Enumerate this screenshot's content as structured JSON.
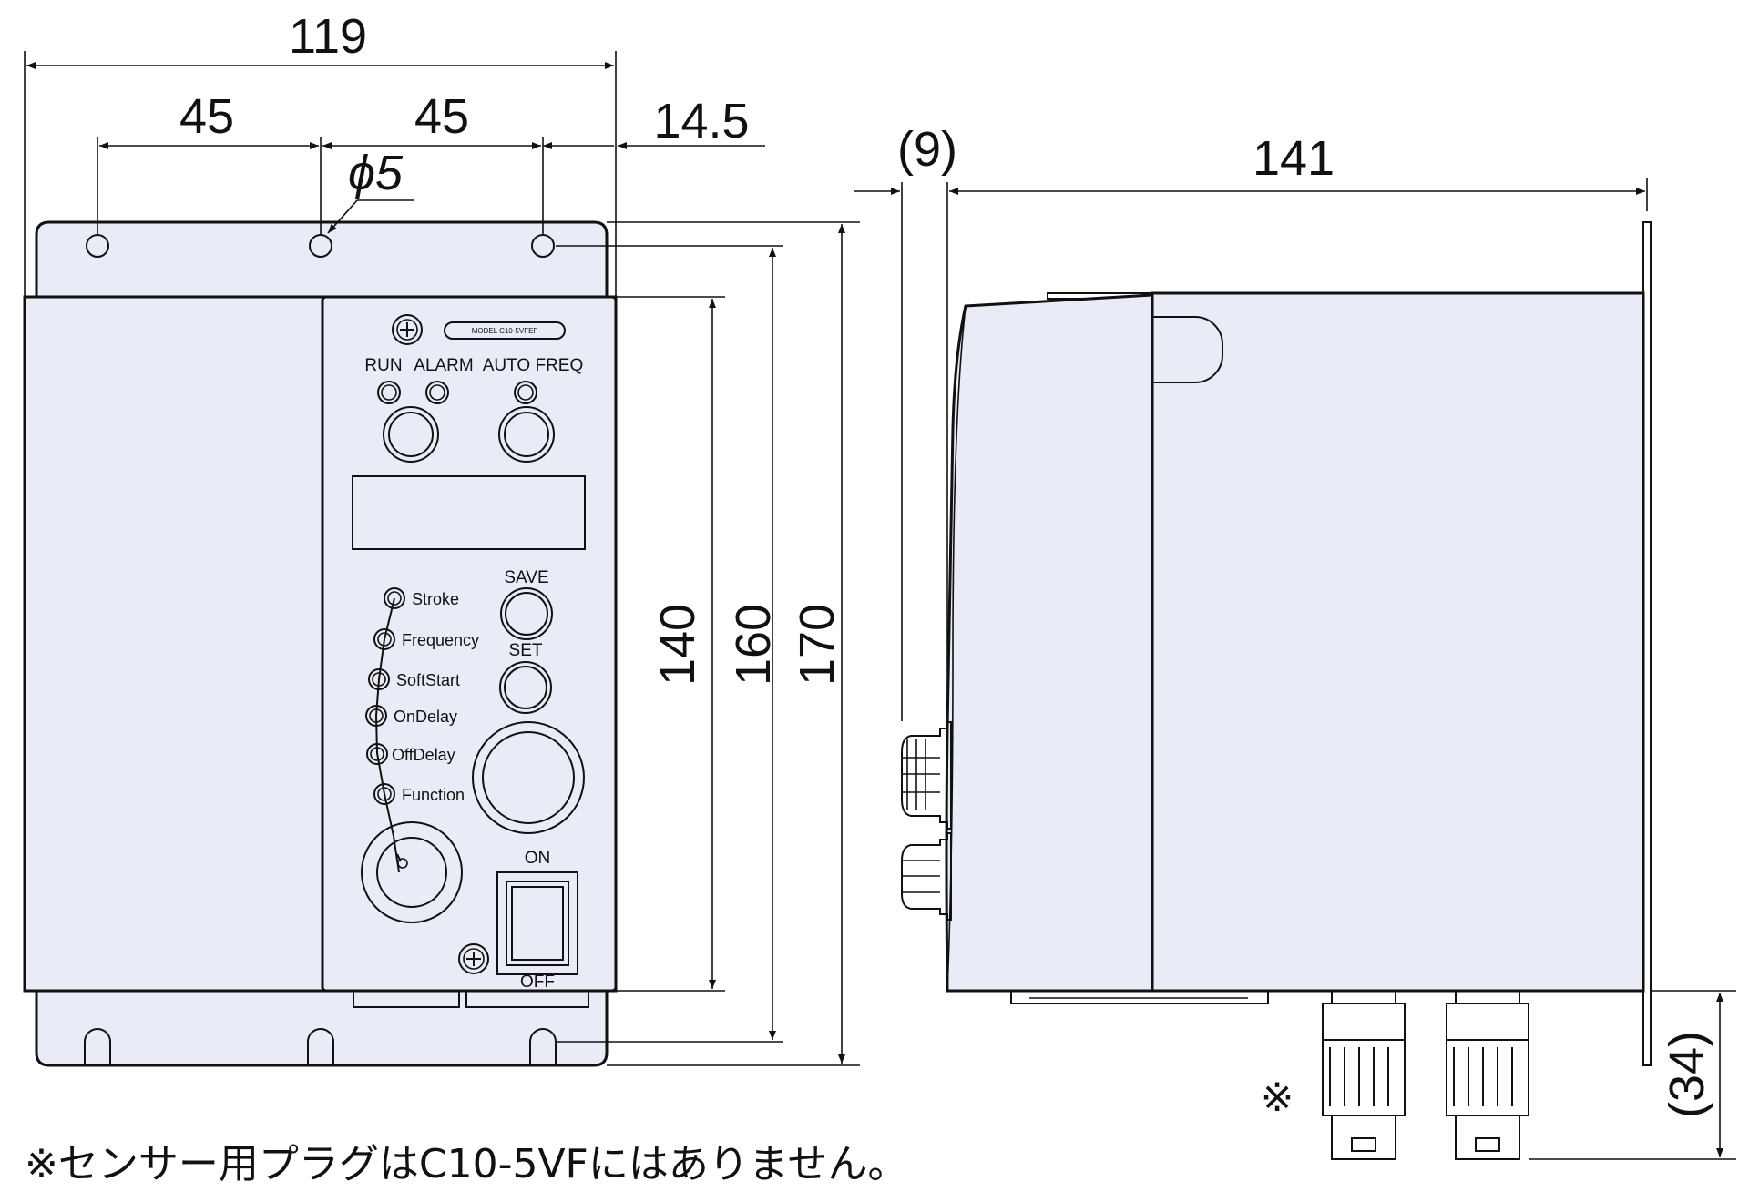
{
  "dimensions": {
    "overall_width": "119",
    "hole_pitch_left": "45",
    "hole_pitch_right": "45",
    "right_offset": "14.5",
    "hole_diameter": "ϕ5",
    "panel_height": "140",
    "body_height": "160",
    "overall_height": "170",
    "front_protrusion": "(9)",
    "depth": "141",
    "plug_length": "(34)"
  },
  "front_panel": {
    "model_label": "MODEL C10-5VFEF",
    "led_run": "RUN",
    "led_alarm": "ALARM",
    "led_auto_freq": "AUTO FREQ",
    "save_label": "SAVE",
    "set_label": "SET",
    "on_label": "ON",
    "off_label": "OFF",
    "modes": [
      "Stroke",
      "Frequency",
      "SoftStart",
      "OnDelay",
      "OffDelay",
      "Function"
    ]
  },
  "annotations": {
    "plug_marker": "※",
    "footnote": "※センサー用プラグはC10-5VFにはありません。"
  },
  "colors": {
    "body_fill": "#e9ecf6",
    "line": "#111111"
  }
}
